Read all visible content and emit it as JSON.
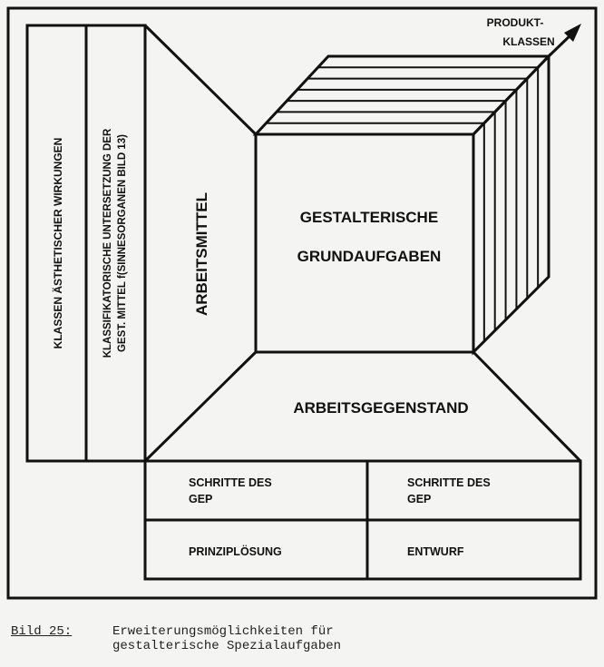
{
  "columns": {
    "klassen": "KLASSEN ÄSTHETISCHER WIRKUNGEN",
    "klassifikatorisch_line1": "KLASSIFIKATORISCHE UNTERSETZUNG DER",
    "klassifikatorisch_line2": "GEST. MITTEL f(SINNESORGANEN BILD 13)"
  },
  "perspective": {
    "left_wall": "ARBEITSMITTEL",
    "center_line1": "GESTALTERISCHE",
    "center_line2": "GRUNDAUFGABEN",
    "floor": "ARBEITSGEGENSTAND",
    "arrow_line1": "PRODUKT-",
    "arrow_line2": "KLASSEN"
  },
  "table": {
    "r1c1_line1": "SCHRITTE DES",
    "r1c1_line2": "GEP",
    "r1c2_line1": "SCHRITTE DES",
    "r1c2_line2": "GEP",
    "r2c1": "PRINZIPLÖSUNG",
    "r2c2": "ENTWURF"
  },
  "caption": {
    "number": "Bild 25:",
    "line1": "Erweiterungsmöglichkeiten für",
    "line2": "gestalterische Spezialaufgaben"
  }
}
